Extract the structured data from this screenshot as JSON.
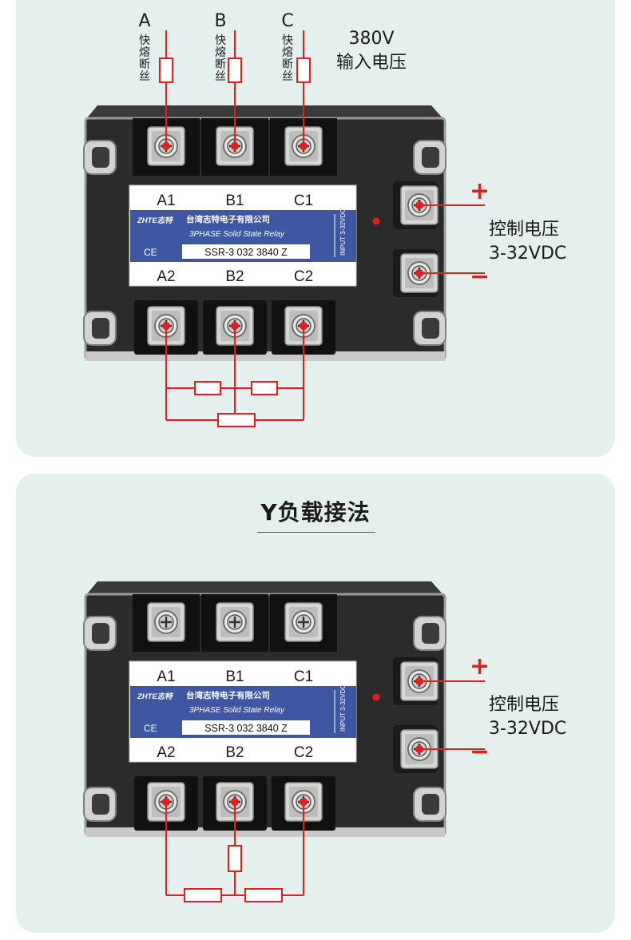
{
  "top_diagram": {
    "phase_labels": [
      "A",
      "B",
      "C"
    ],
    "fuse_label": "快熔断丝",
    "input_voltage": [
      "380V",
      "输入电压"
    ],
    "control_voltage": [
      "控制电压",
      "3-32VDC"
    ],
    "plus_sign": "+",
    "minus_sign": "−"
  },
  "bottom_diagram": {
    "title": "Y负载接法",
    "control_voltage": [
      "控制电压",
      "3-32VDC"
    ],
    "plus_sign": "+",
    "minus_sign": "−"
  },
  "relay_label": {
    "top_terminals": [
      "A1",
      "B1",
      "C1"
    ],
    "bottom_terminals": [
      "A2",
      "B2",
      "C2"
    ],
    "brand": "ZHTE志特",
    "company": "台湾志特电子有限公司",
    "subtitle": "3PHASE Solid State Relay",
    "model": "SSR-3 032 3840 Z",
    "ce_mark": "CE",
    "input_label": "INPUT",
    "input_range": "3-32VDC"
  },
  "colors": {
    "wire": "#e41d1d",
    "label_blue": "#3f57a3",
    "panel_bg": "#e4efee",
    "relay_body": "#2b2b2b"
  },
  "icons": [
    "screw-terminal-icon",
    "fuse-icon",
    "resistor-icon",
    "led-indicator-icon"
  ]
}
